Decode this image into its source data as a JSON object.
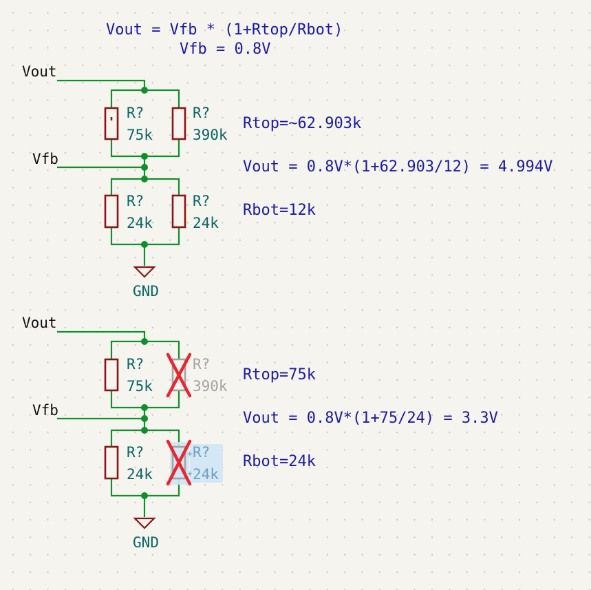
{
  "notes": {
    "formula": "Vout = Vfb * (1+Rtop/Rbot)",
    "vfb_value": "Vfb = 0.8V"
  },
  "circuit_a": {
    "vout_label": "Vout",
    "vfb_label": "Vfb",
    "gnd_label": "GND",
    "r1": {
      "ref": "R?",
      "value": "75k"
    },
    "r2": {
      "ref": "R?",
      "value": "390k"
    },
    "r3": {
      "ref": "R?",
      "value": "24k"
    },
    "r4": {
      "ref": "R?",
      "value": "24k"
    },
    "rtop_note": "Rtop=~62.903k",
    "vout_note": "Vout = 0.8V*(1+62.903/12) = 4.994V",
    "rbot_note": "Rbot=12k"
  },
  "circuit_b": {
    "vout_label": "Vout",
    "vfb_label": "Vfb",
    "gnd_label": "GND",
    "r1": {
      "ref": "R?",
      "value": "75k"
    },
    "r2": {
      "ref": "R?",
      "value": "390k"
    },
    "r3": {
      "ref": "R?",
      "value": "24k"
    },
    "r4": {
      "ref": "R?",
      "value": "24k"
    },
    "rtop_note": "Rtop=75k",
    "vout_note": "Vout = 0.8V*(1+75/24) = 3.3V",
    "rbot_note": "Rbot=24k"
  },
  "colors": {
    "wire": "#0f8f2a",
    "component": "#8a1515",
    "note_text": "#1a1aa8",
    "ref_text": "#0a6464",
    "dnp_cross": "#e8262e",
    "dnp_component": "#a3a3a3",
    "selection": "#6f9fbf"
  },
  "icons": {
    "ground": "ground-symbol-icon",
    "dnp": "dnp-cross-icon",
    "selected_pin": "plus-marker-icon"
  }
}
